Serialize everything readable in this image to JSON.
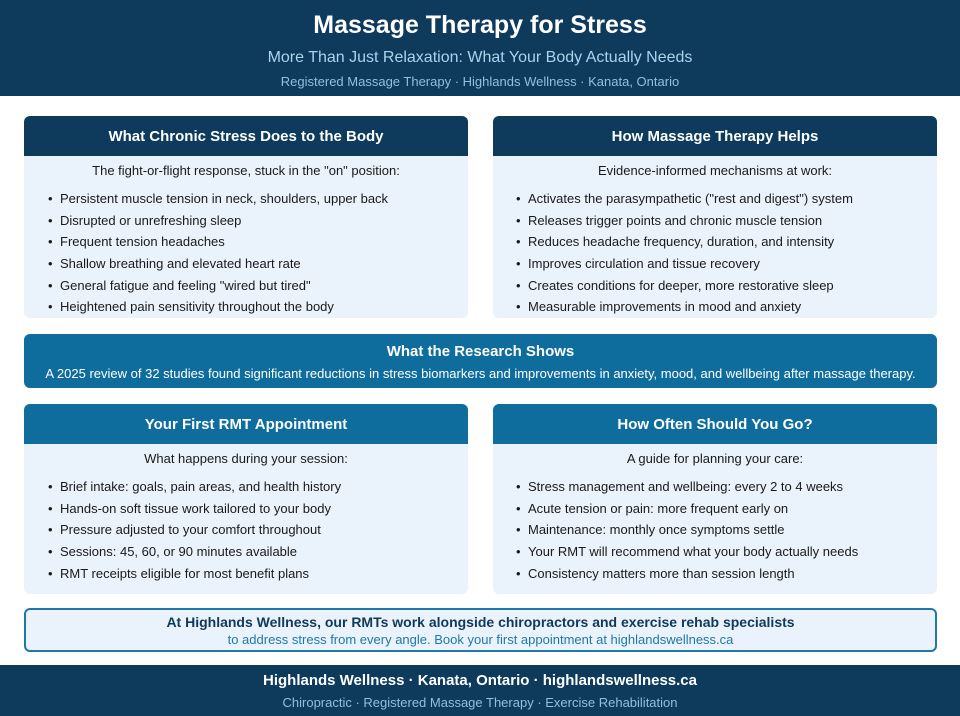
{
  "header": {
    "title": "Massage Therapy for Stress",
    "subtitle": "More Than Just Relaxation: What Your Body Actually Needs",
    "meta": "Registered Massage Therapy · Highlands Wellness · Kanata, Ontario"
  },
  "cards": {
    "stress": {
      "title": "What Chronic Stress Does to the Body",
      "intro": "The fight-or-flight response, stuck in the \"on\" position:",
      "items": [
        "Persistent muscle tension in neck, shoulders, upper back",
        "Disrupted or unrefreshing sleep",
        "Frequent tension headaches",
        "Shallow breathing and elevated heart rate",
        "General fatigue and feeling \"wired but tired\"",
        "Heightened pain sensitivity throughout the body"
      ]
    },
    "helps": {
      "title": "How Massage Therapy Helps",
      "intro": "Evidence-informed mechanisms at work:",
      "items": [
        "Activates the parasympathetic (\"rest and digest\") system",
        "Releases trigger points and chronic muscle tension",
        "Reduces headache frequency, duration, and intensity",
        "Improves circulation and tissue recovery",
        "Creates conditions for deeper, more restorative sleep",
        "Measurable improvements in mood and anxiety"
      ]
    },
    "first": {
      "title": "Your First RMT Appointment",
      "intro": "What happens during your session:",
      "items": [
        "Brief intake: goals, pain areas, and health history",
        "Hands-on soft tissue work tailored to your body",
        "Pressure adjusted to your comfort throughout",
        "Sessions: 45, 60, or 90 minutes available",
        "RMT receipts eligible for most benefit plans"
      ]
    },
    "often": {
      "title": "How Often Should You Go?",
      "intro": "A guide for planning your care:",
      "items": [
        "Stress management and wellbeing: every 2 to 4 weeks",
        "Acute tension or pain: more frequent early on",
        "Maintenance: monthly once symptoms settle",
        "Your RMT will recommend what your body actually needs",
        "Consistency matters more than session length"
      ]
    }
  },
  "research": {
    "title": "What the Research Shows",
    "text": "A 2025 review of 32 studies found significant reductions in stress biomarkers and improvements in anxiety, mood, and wellbeing after massage therapy."
  },
  "callout": {
    "strong": "At Highlands Wellness, our RMTs work alongside chiropractors and exercise rehab specialists",
    "text": "to address stress from every angle. Book your first appointment at highlandswellness.ca"
  },
  "footer": {
    "main": "Highlands Wellness · Kanata, Ontario · highlandswellness.ca",
    "sub": "Chiropractic · Registered Massage Therapy · Exercise Rehabilitation"
  },
  "bullet": "•",
  "colors": {
    "navy": "#0e3a5c",
    "blue": "#0f6d9e",
    "card_bg": "#eaf2fb",
    "accent_text": "#1f78a8"
  }
}
